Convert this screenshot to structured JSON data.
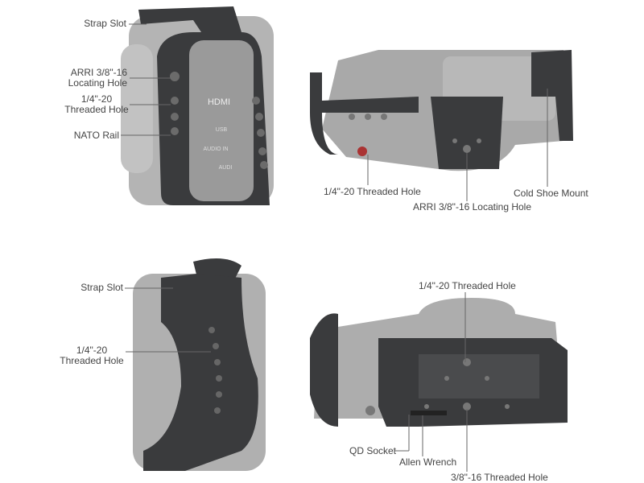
{
  "panels": {
    "top_left": {
      "labels": {
        "strap_slot": "Strap Slot",
        "arri_line1": "ARRI 3/8\"-16",
        "arri_line2": "Locating Hole",
        "threaded_line1": "1/4\"-20",
        "threaded_line2": "Threaded Hole",
        "nato_rail": "NATO Rail"
      },
      "camera_port_labels": [
        "HDMI",
        "USB",
        "AUDIO IN",
        "AUDI"
      ]
    },
    "top_right": {
      "labels": {
        "threaded_hole": "1/4\"-20 Threaded Hole",
        "cold_shoe": "Cold Shoe Mount",
        "arri_locating": "ARRI 3/8\"-16 Locating Hole"
      }
    },
    "bottom_left": {
      "labels": {
        "strap_slot": "Strap Slot",
        "threaded_line1": "1/4\"-20",
        "threaded_line2": "Threaded Hole"
      }
    },
    "bottom_right": {
      "labels": {
        "threaded_hole": "1/4\"-20 Threaded Hole",
        "qd_socket": "QD Socket",
        "allen_wrench": "Allen Wrench",
        "threaded_38": "3/8\"-16 Threaded Hole"
      }
    }
  },
  "colors": {
    "cage": "#3a3b3d",
    "camera": "#a9a9a9",
    "text": "#444444",
    "leader": "#666666"
  }
}
